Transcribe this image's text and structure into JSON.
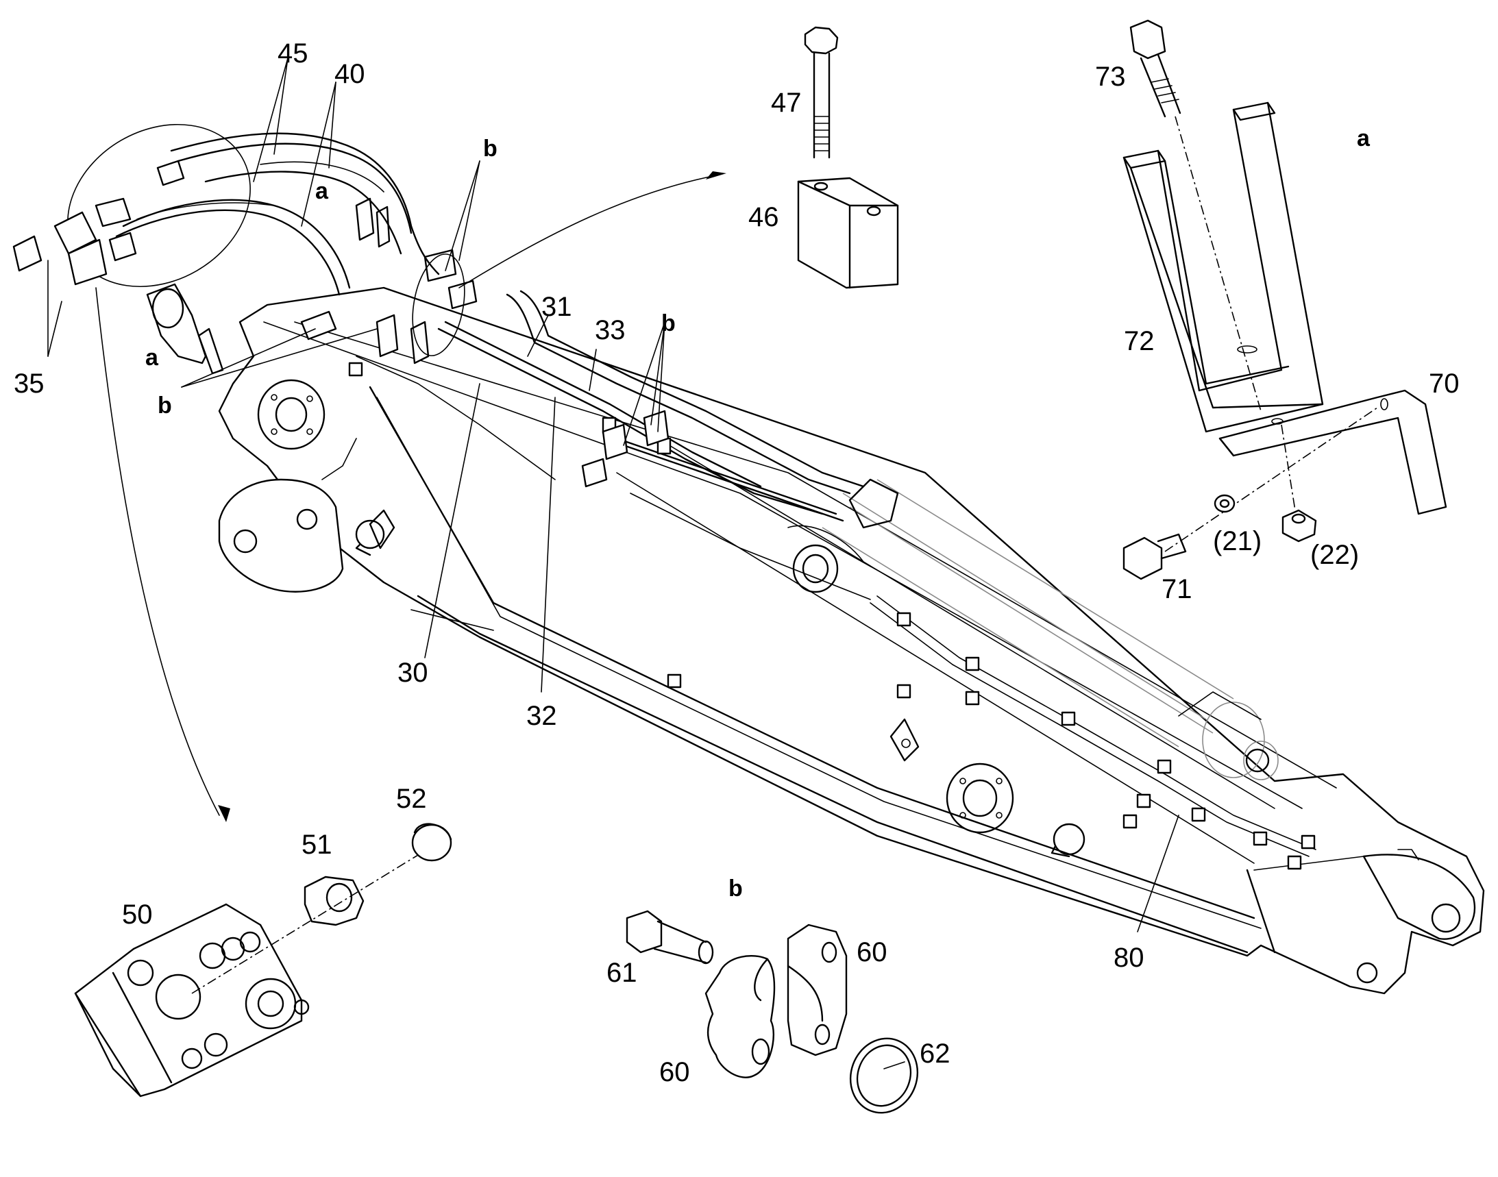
{
  "labels": {
    "l45": "45",
    "l40": "40",
    "l35": "35",
    "l30": "30",
    "l31": "31",
    "l32": "32",
    "l33": "33",
    "l47": "47",
    "l46": "46",
    "l50": "50",
    "l51": "51",
    "l52": "52",
    "l60a": "60",
    "l60b": "60",
    "l61": "61",
    "l62": "62",
    "l70": "70",
    "l71": "71",
    "l72": "72",
    "l73": "73",
    "l80": "80",
    "l21": "(21)",
    "l22": "(22)",
    "a1": "a",
    "a2": "a",
    "a3": "a",
    "b1": "b",
    "b2": "b",
    "b3": "b",
    "b4": "b"
  }
}
